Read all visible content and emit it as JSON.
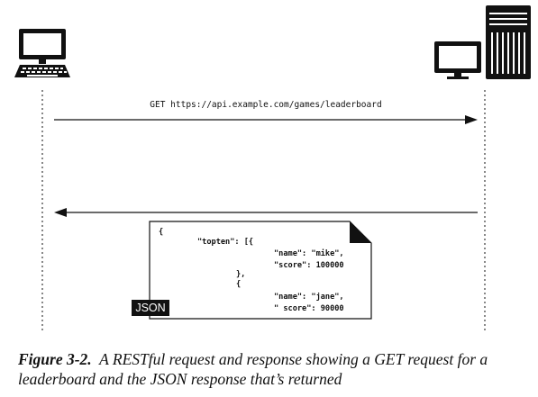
{
  "request": {
    "label": "GET https://api.example.com/games/leaderboard"
  },
  "response": {
    "badge": "JSON",
    "lines": [
      "{",
      "\"topten\": [{",
      "\"name\": \"mike\",",
      "\"score\": 100000",
      "},",
      "{",
      "\"name\": \"jane\",",
      "\" score\": 90000"
    ]
  },
  "caption": {
    "figure_label": "Figure 3-2.",
    "text": "A RESTful request and response showing a GET request for a leaderboard and the JSON response that’s returned"
  },
  "icons": {
    "client": "desktop-computer-icon",
    "server_monitor": "monitor-icon",
    "server": "server-tower-icon"
  }
}
